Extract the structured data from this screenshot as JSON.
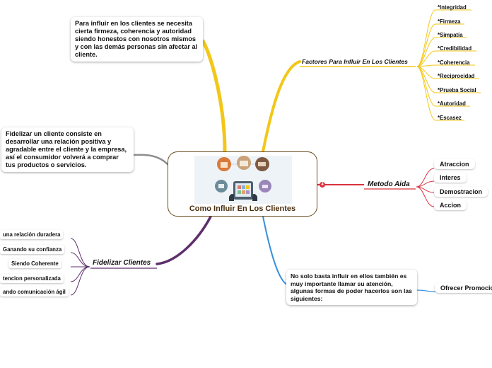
{
  "central": {
    "title": "Como Influir En Los Clientes"
  },
  "colors": {
    "factores": "#f2c718",
    "aida": "#d9333f",
    "fidelizar": "#5e2f6a",
    "atencion": "#3a8fdc",
    "grey": "#8f8f8f",
    "yellow": "#f2c718"
  },
  "top_note": "Para influir en los clientes se necesita cierta firmeza, coherencia y autoridad siendo honestos con nosotros mismos y con las demás personas sin afectar al cliente.",
  "left_note": "Fidelizar un cliente consiste en desarrollar una relación positiva y agradable entre el cliente y la empresa, así el consumidor volverá a comprar tus productos o servicios.",
  "factores": {
    "label": "Factores Para Influir En Los Clientes",
    "items": [
      "*Integridad",
      "*Firmeza",
      "*Simpatía",
      "*Credibilidad",
      "*Coherencia",
      "*Reciprocidad",
      "*Prueba Social",
      "*Autoridad",
      "*Escasez"
    ]
  },
  "aida": {
    "label": "Metodo Aida",
    "badge": "4",
    "items": [
      "Atraccion",
      "Interes",
      "Demostracion",
      "Accion"
    ]
  },
  "fidelizar": {
    "label": "Fidelizar Clientes",
    "items": [
      "una relación duradera",
      "Ganando su confianza",
      "Siendo Coherente",
      "tencion personalizada",
      "ando comunicación ágil"
    ]
  },
  "atencion": {
    "note": "No solo basta influir en ellos también es muy importante llamar su atención, algunas formas de poder hacerlos son las siguientes:",
    "child": "Ofrecer Promocio"
  },
  "icons": [
    "shopping-bag-icon",
    "store-icon",
    "delivery-truck-icon",
    "payment-card-icon",
    "shopping-basket-icon",
    "tablet-icon"
  ]
}
